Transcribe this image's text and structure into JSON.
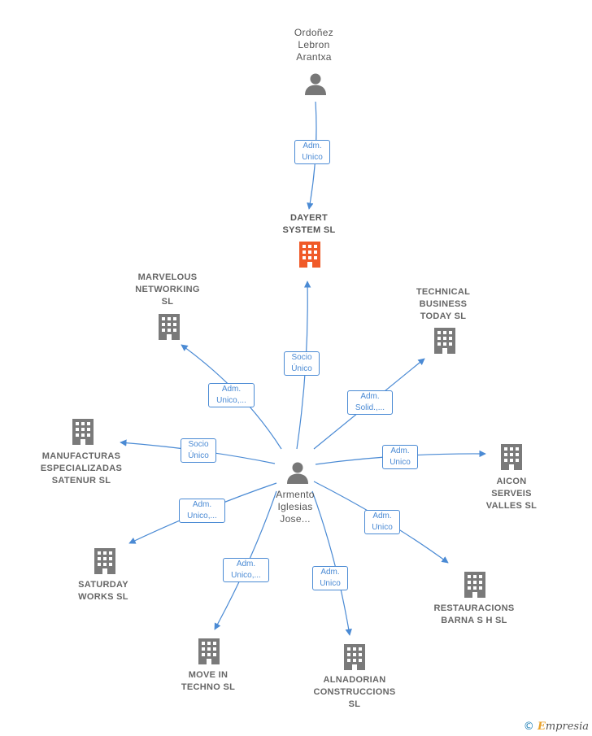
{
  "colors": {
    "edge": "#4a8ad4",
    "building": "#7a7a7a",
    "focus": "#f05a28",
    "person": "#777777"
  },
  "nodes": {
    "ordonez": {
      "label": "Ordoñez\nLebron\nArantxa",
      "icon": "person-icon"
    },
    "dayert": {
      "label": "DAYERT\nSYSTEM  SL",
      "icon": "building-icon"
    },
    "armento": {
      "label": "Armento\nIglesias\nJose...",
      "icon": "person-icon"
    },
    "marvelous": {
      "label": "MARVELOUS\nNETWORKING\nSL",
      "icon": "building-icon"
    },
    "technical": {
      "label": "TECHNICAL\nBUSINESS\nTODAY  SL",
      "icon": "building-icon"
    },
    "manufacturas": {
      "label": "MANUFACTURAS\nESPECIALIZADAS\nSATENUR  SL",
      "icon": "building-icon"
    },
    "aicon": {
      "label": "AICON\nSERVEIS\nVALLES  SL",
      "icon": "building-icon"
    },
    "saturday": {
      "label": "SATURDAY\nWORKS  SL",
      "icon": "building-icon"
    },
    "restauraciones": {
      "label": "RESTAURACIONS\nBARNA S H  SL",
      "icon": "building-icon"
    },
    "movein": {
      "label": "MOVE IN\nTECHNO  SL",
      "icon": "building-icon"
    },
    "alnadorian": {
      "label": "ALNADORIAN\nCONSTRUCCIONS\nSL",
      "icon": "building-icon"
    }
  },
  "edges": {
    "ordonez_dayert": "Adm.\nUnico",
    "armento_dayert": "Socio\nÚnico",
    "armento_marvelous": "Adm.\nUnico,...",
    "armento_technical": "Adm.\nSolid.,...",
    "armento_manufacturas": "Socio\nÚnico",
    "armento_aicon": "Adm.\nUnico",
    "armento_saturday": "Adm.\nUnico,...",
    "armento_restauraciones": "Adm.\nUnico",
    "armento_movein": "Adm.\nUnico,...",
    "armento_alnadorian": "Adm.\nUnico"
  },
  "footer": {
    "copyright": "©",
    "brand_initial": "E",
    "brand_rest": "mpresia"
  }
}
